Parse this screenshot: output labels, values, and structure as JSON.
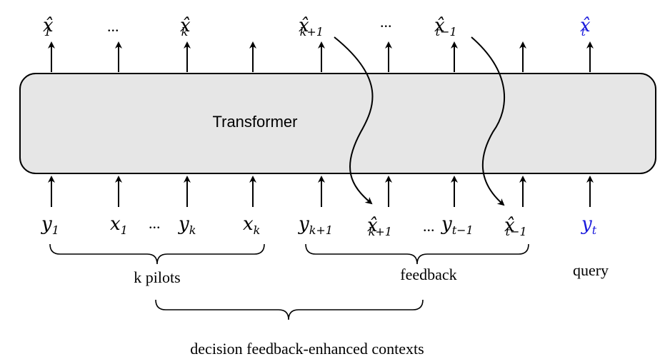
{
  "colors": {
    "accent": "#1a1adc",
    "box_fill": "#e6e6e6",
    "stroke": "#000000"
  },
  "transformer_label": "Transformer",
  "outputs": [
    {
      "base": "x",
      "hat": "̂",
      "sub": "1"
    },
    {
      "text": "..."
    },
    {
      "base": "x",
      "hat": "̂",
      "sub": "k"
    },
    {
      "base": "x",
      "hat": "̂",
      "sub": "k+1"
    },
    {
      "text": "..."
    },
    {
      "base": "x",
      "hat": "̂",
      "sub": "t−1"
    },
    {
      "base": "x",
      "hat": "̂",
      "sub": "t"
    }
  ],
  "inputs": [
    {
      "base": "y",
      "sub": "1"
    },
    {
      "base": "x",
      "sub": "1"
    },
    {
      "text": "..."
    },
    {
      "base": "y",
      "sub": "k"
    },
    {
      "base": "x",
      "sub": "k"
    },
    {
      "base": "y",
      "sub": "k+1"
    },
    {
      "base": "x",
      "hat": "̂",
      "sub": "k+1"
    },
    {
      "text": "..."
    },
    {
      "base": "y",
      "sub": "t−1"
    },
    {
      "base": "x",
      "hat": "̂",
      "sub": "t−1"
    },
    {
      "base": "y",
      "sub": "t"
    }
  ],
  "groups": {
    "pilots": "k pilots",
    "feedback": "feedback",
    "query": "query",
    "contexts": "decision feedback-enhanced contexts"
  }
}
